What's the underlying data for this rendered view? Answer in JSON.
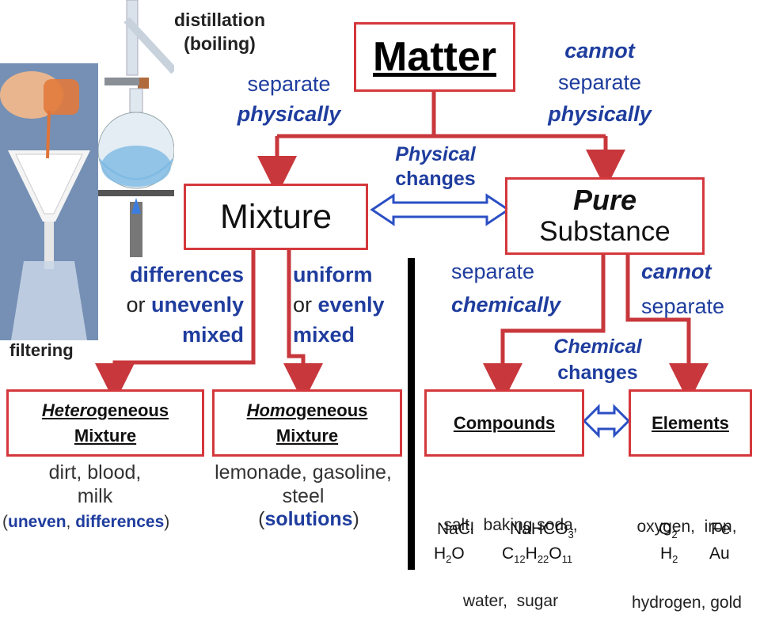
{
  "title": "Matter",
  "images": {
    "distillation": {
      "label_line1": "distillation",
      "label_line2": "(boiling)"
    },
    "filtering": {
      "label": "filtering"
    }
  },
  "top_left": {
    "line1": "separate",
    "line2": "physically"
  },
  "top_right": {
    "line1": "cannot",
    "line2": "separate",
    "line3": "physically"
  },
  "physical_changes": {
    "line1": "Physical",
    "line2": "changes"
  },
  "mixture": {
    "label": "Mixture"
  },
  "pure_substance": {
    "line1": "Pure",
    "line2": "Substance"
  },
  "mix_left": {
    "line1": "differences",
    "line2_pre": "or ",
    "line2_em": "unevenly",
    "line3": "mixed"
  },
  "mix_right": {
    "line1": "uniform",
    "line2_pre": "or ",
    "line2_em": "evenly",
    "line3": "mixed"
  },
  "pure_left": {
    "line1": "separate",
    "line2": "chemically"
  },
  "pure_right": {
    "line1": "cannot",
    "line2": "separate"
  },
  "chemical_changes": {
    "line1": "Chemical",
    "line2": "changes"
  },
  "heterogeneous": {
    "line1_ul": "Hetero",
    "line1_rest": "geneous",
    "line2": "Mixture"
  },
  "homogeneous": {
    "line1_ul": "Homo",
    "line1_rest": "geneous",
    "line2": "Mixture"
  },
  "compounds": {
    "label": "Compounds"
  },
  "elements": {
    "label": "Elements"
  },
  "hetero_examples": {
    "line1": "dirt, blood,",
    "line2": "milk",
    "note_open": "(",
    "note_a": "uneven",
    "note_sep": ", ",
    "note_b": "differences",
    "note_close": ")"
  },
  "homo_examples": {
    "line1": "lemonade, gasoline,",
    "line2": "steel",
    "note_open": "(",
    "note_a": "solutions",
    "note_close": ")"
  },
  "compound_examples": {
    "line1": "salt,  baking soda,",
    "line2": "water,  sugar"
  },
  "element_examples": {
    "line1": "oxygen,  iron,",
    "line2": "hydrogen, gold"
  },
  "formulas": {
    "nacl": "NaCl",
    "nahco3": {
      "base": "NaHCO",
      "sub": "3"
    },
    "h2o": {
      "a": "H",
      "sub": "2",
      "b": "O"
    },
    "sugar": {
      "a": "C",
      "s1": "12",
      "b": "H",
      "s2": "22",
      "c": "O",
      "s3": "11"
    },
    "o2": {
      "a": "O",
      "sub": "2"
    },
    "fe": "Fe",
    "h2": {
      "a": "H",
      "sub": "2"
    },
    "au": "Au"
  },
  "colors": {
    "box_border": "#d4383c",
    "arrow": "#c8373c",
    "text_blue": "#1f3d9e",
    "divider": "#000000",
    "double_arrow": "#2b4fc4"
  }
}
